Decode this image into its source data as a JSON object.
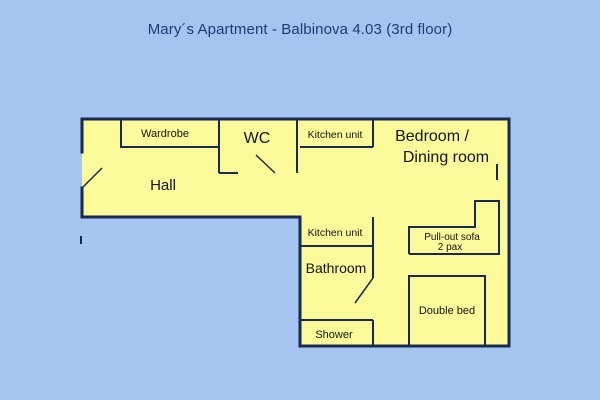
{
  "title": "Mary´s Apartment - Balbinova 4.03 (3rd floor)",
  "colors": {
    "background": "#a6c4f0",
    "room_fill": "#fafa9a",
    "wall": "#1a2a4f",
    "title_text": "#1f3a75"
  },
  "rooms": {
    "wardrobe": "Wardrobe",
    "wc": "WC",
    "kitchen_unit_top": "Kitchen unit",
    "bedroom_line1": "Bedroom /",
    "bedroom_line2": "Dining room",
    "hall": "Hall",
    "kitchen_unit_bottom": "Kitchen unit",
    "pullout_sofa_line1": "Pull-out sofa",
    "pullout_sofa_line2": "2 pax",
    "bathroom": "Bathroom",
    "double_bed": "Double bed",
    "shower": "Shower"
  }
}
